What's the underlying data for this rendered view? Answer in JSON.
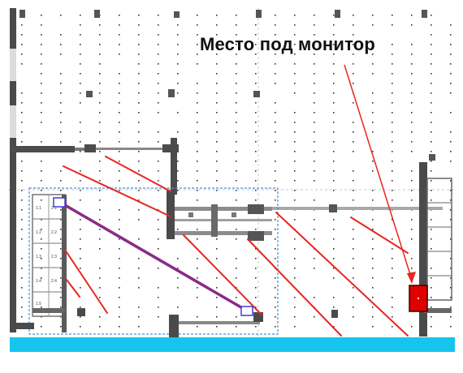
{
  "annotation": {
    "label": "Место под монитор"
  },
  "colors": {
    "hatch_lines": "#e8261f",
    "cable_route": "#8b2a86",
    "monitor_marker": "#e00000",
    "bottom_bar": "#16c4ee",
    "dashed_zone": "#4a8fd6"
  },
  "icons": [
    "monitor-location-marker",
    "cable-endpoint-square"
  ]
}
